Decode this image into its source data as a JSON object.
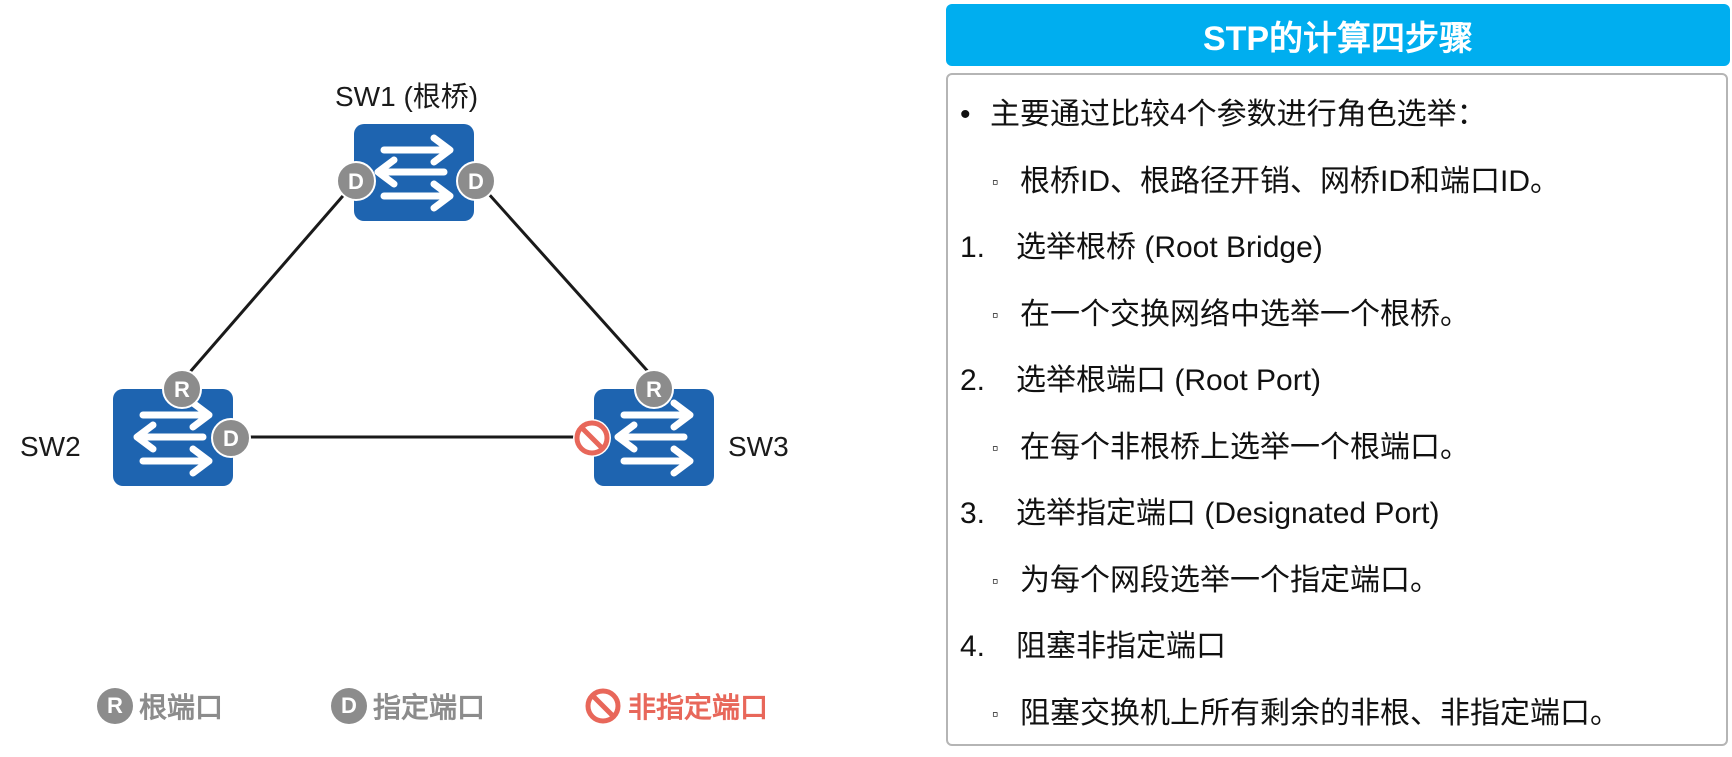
{
  "diagram": {
    "switches": [
      {
        "id": "sw1",
        "label": "SW1 (根桥)"
      },
      {
        "id": "sw2",
        "label": "SW2"
      },
      {
        "id": "sw3",
        "label": "SW3"
      }
    ],
    "port_badges": {
      "sw1_left": "D",
      "sw1_right": "D",
      "sw2_top": "R",
      "sw2_right": "D",
      "sw3_top": "R",
      "sw3_left": "blocked"
    },
    "legend": {
      "root_port": {
        "letter": "R",
        "label": "根端口"
      },
      "designated_port": {
        "letter": "D",
        "label": "指定端口"
      },
      "non_designated_port": {
        "icon": "blocked-icon",
        "label": "非指定端口"
      }
    }
  },
  "panel": {
    "title": "STP的计算四步骤",
    "items": [
      {
        "marker": "•",
        "text": "主要通过比较4个参数进行角色选举：",
        "level": 0
      },
      {
        "marker": "▫",
        "text": "根桥ID、根路径开销、网桥ID和端口ID。",
        "level": 1
      },
      {
        "marker": "1.",
        "text": "选举根桥 (Root Bridge)",
        "level": 0
      },
      {
        "marker": "▫",
        "text": "在一个交换网络中选举一个根桥。",
        "level": 1
      },
      {
        "marker": "2.",
        "text": "选举根端口 (Root Port)",
        "level": 0
      },
      {
        "marker": "▫",
        "text": "在每个非根桥上选举一个根端口。",
        "level": 1
      },
      {
        "marker": "3.",
        "text": "选举指定端口 (Designated Port)",
        "level": 0
      },
      {
        "marker": "▫",
        "text": "为每个网段选举一个指定端口。",
        "level": 1
      },
      {
        "marker": "4.",
        "text": "阻塞非指定端口",
        "level": 0
      },
      {
        "marker": "▫",
        "text": "阻塞交换机上所有剩余的非根、非指定端口。",
        "level": 1
      }
    ]
  },
  "colors": {
    "switch_blue": "#1e64b0",
    "badge_gray": "#8c8c8c",
    "blocked_red": "#e8675a",
    "title_blue": "#00aeef"
  }
}
